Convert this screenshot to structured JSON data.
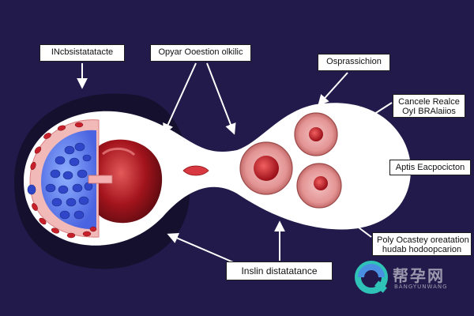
{
  "labels": {
    "top_left": "INcbsistatatacte",
    "top_center": "Opyar Ooestion olkilic",
    "top_right": "Osprassichion",
    "right_upper": [
      "Cancele Realce",
      "OyI BRAlaiios"
    ],
    "right_middle": "Aptis Eacpocicton",
    "bottom_right": [
      "Poly Ocastey oreatation",
      "hudab hodoopcarion"
    ],
    "bottom_center": "Inslin distatatance"
  },
  "watermark": {
    "glyph": "Q",
    "text": "帮孕网",
    "subtext": "BANGYUNWANG"
  },
  "colors": {
    "background": "#221a4a",
    "vessel": "#ffffff",
    "blue_cells": "#2f46c9",
    "red_cells": "#c8202a",
    "cell_pink": "#e89a9a",
    "arrow": "#ffffff"
  }
}
